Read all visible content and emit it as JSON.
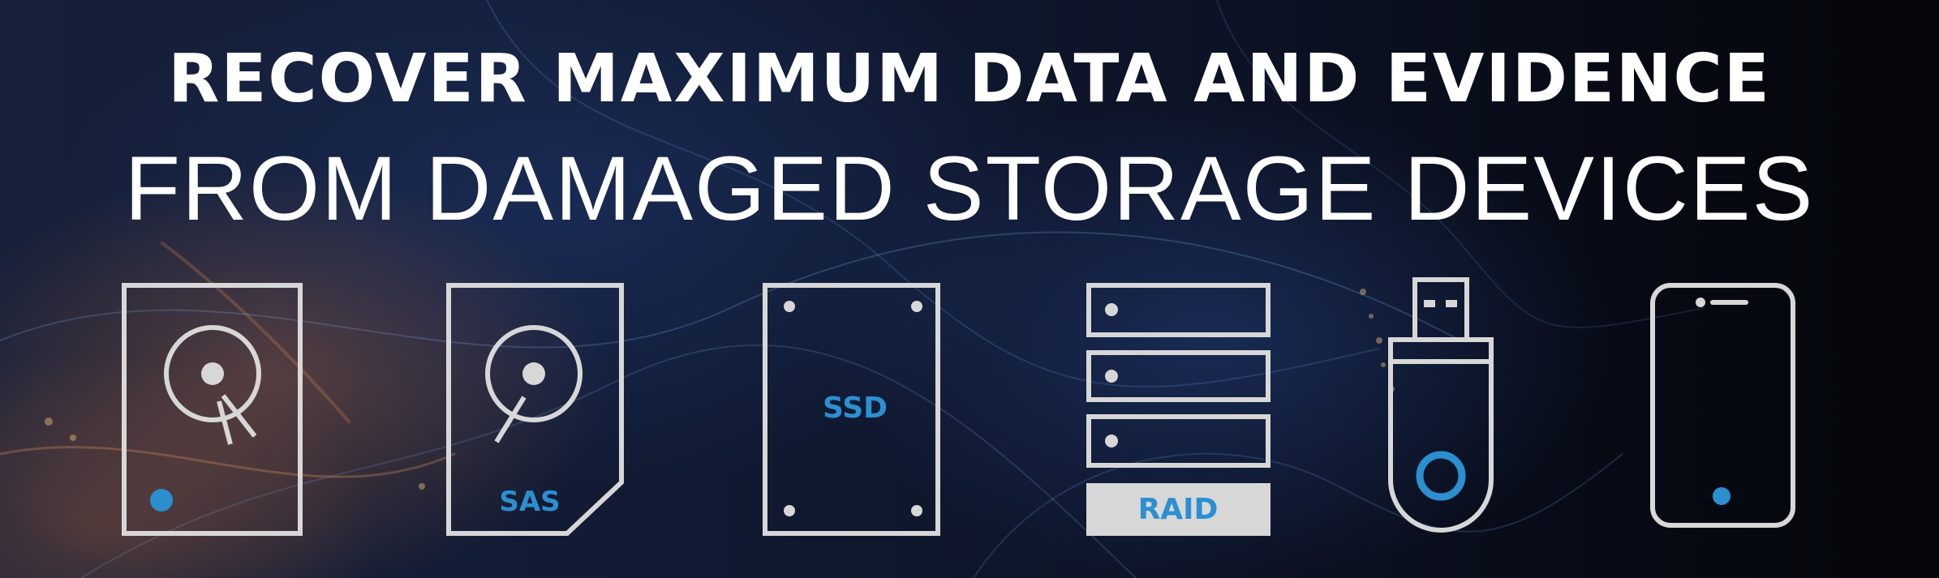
{
  "headline": {
    "line1": "RECOVER MAXIMUM DATA AND EVIDENCE",
    "line2": "FROM DAMAGED STORAGE DEVICES"
  },
  "devices": [
    {
      "icon": "hard-drive-icon",
      "label": ""
    },
    {
      "icon": "sas-drive-icon",
      "label": "SAS"
    },
    {
      "icon": "ssd-icon",
      "label": "SSD"
    },
    {
      "icon": "raid-array-icon",
      "label": "RAID"
    },
    {
      "icon": "usb-flash-drive-icon",
      "label": ""
    },
    {
      "icon": "smartphone-icon",
      "label": ""
    }
  ],
  "colors": {
    "outline": "#d7d7d7",
    "accent": "#2b8fd0",
    "text": "#ffffff",
    "background": "#0d1428"
  }
}
